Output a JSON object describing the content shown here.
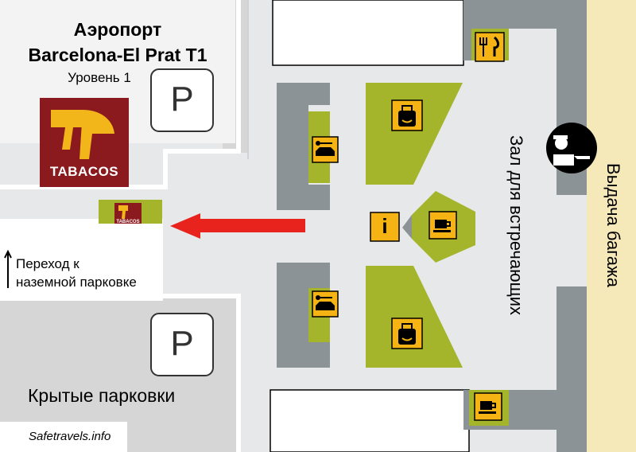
{
  "header": {
    "title_line1": "Аэропорт",
    "title_line2": "Barcelona-El Prat T1",
    "level": "Уровень 1"
  },
  "tabacos": {
    "label": "TABACOS",
    "label_small": "TABACOS",
    "color": "#8b1a1f",
    "logo_color": "#f2b51a"
  },
  "labels": {
    "transition_line1": "Переход к",
    "transition_line2": "наземной парковке",
    "covered_parking": "Крытые парковки",
    "arrivals_hall": "Зал для встречающих",
    "baggage_claim": "Выдача багажа",
    "parking_sign": "P",
    "credit": "Safetravels.info"
  },
  "icons": [
    "restaurant-icon",
    "shopping-bag-icon",
    "car-rental-icon",
    "info-icon",
    "cafe-icon",
    "customs-officer-icon",
    "parking-icon",
    "direction-arrow-icon"
  ],
  "colors": {
    "shop_area": "#a4b52b",
    "wall": "#8c9396",
    "parking_area": "#d6d6d6",
    "floor": "#e6e8ea",
    "baggage_strip": "#f6e9b9",
    "icon_sign": "#f6b314",
    "arrow": "#e8221d"
  }
}
